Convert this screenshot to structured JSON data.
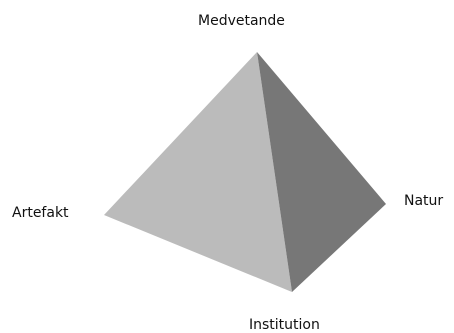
{
  "pyramid": {
    "vertices": {
      "top": "Medvetande",
      "left": "Artefakt",
      "right": "Natur",
      "bottom": "Institution"
    },
    "faces": {
      "left_face_color": "#bbbbbb",
      "right_face_color": "#777777"
    }
  }
}
